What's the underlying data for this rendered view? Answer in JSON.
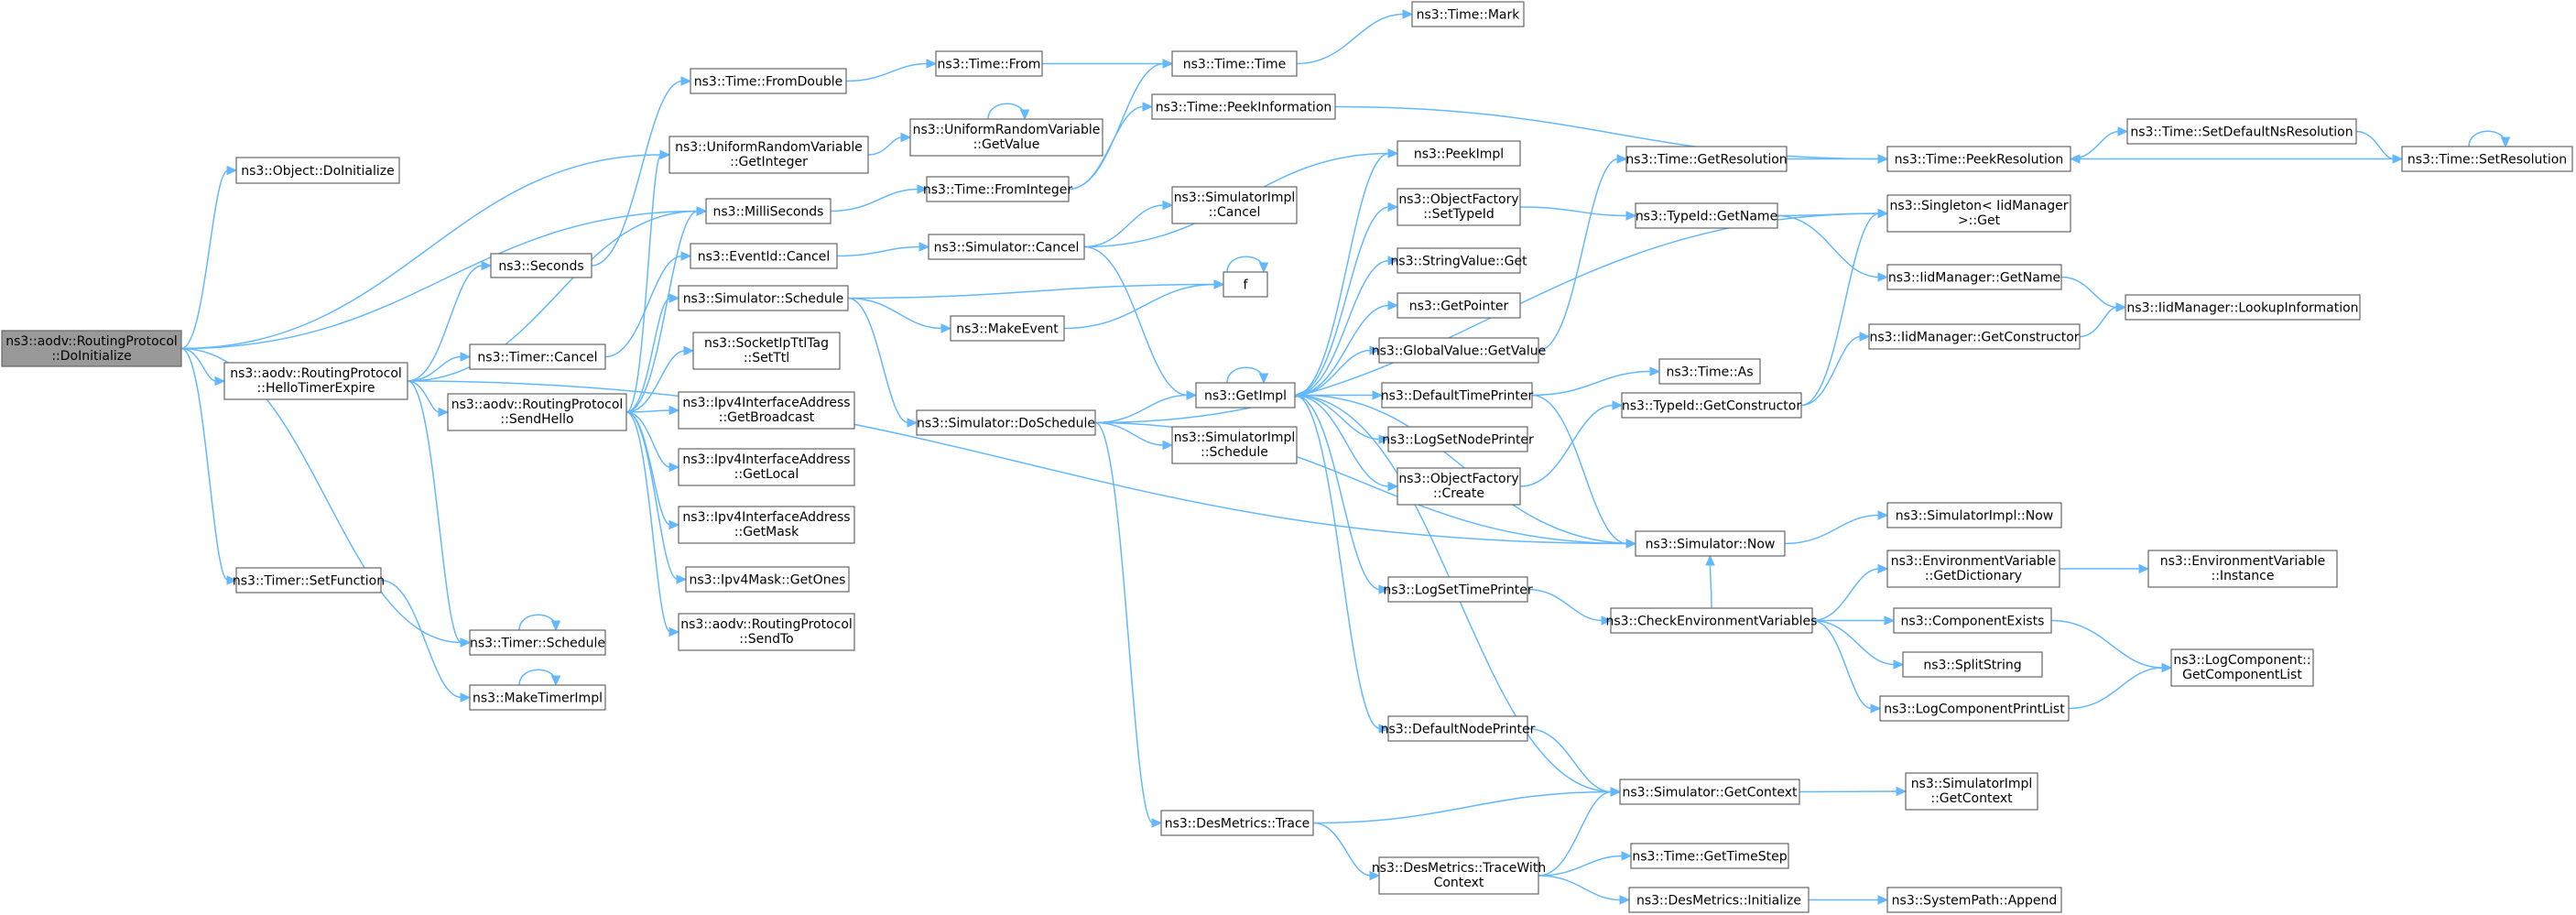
{
  "colors": {
    "edge": "#63b8ff",
    "node_fill": "#ffffff",
    "node_border": "#666666",
    "root_fill": "#999999",
    "root_border": "#666666",
    "highlight_border": "#ff0000"
  },
  "nodes": [
    {
      "id": "root",
      "lines": [
        "ns3::aodv::RoutingProtocol",
        "::DoInitialize"
      ],
      "style": "root"
    },
    {
      "id": "doinit",
      "lines": [
        "ns3::Object::DoInitialize"
      ]
    },
    {
      "id": "hello",
      "lines": [
        "ns3::aodv::RoutingProtocol",
        "::HelloTimerExpire"
      ]
    },
    {
      "id": "setfunc",
      "lines": [
        "ns3::Timer::SetFunction"
      ]
    },
    {
      "id": "seconds",
      "lines": [
        "ns3::Seconds"
      ]
    },
    {
      "id": "tcancel",
      "lines": [
        "ns3::Timer::Cancel"
      ]
    },
    {
      "id": "sendhello",
      "lines": [
        "ns3::aodv::RoutingProtocol",
        "::SendHello"
      ]
    },
    {
      "id": "tsched",
      "lines": [
        "ns3::Timer::Schedule"
      ]
    },
    {
      "id": "mkti",
      "lines": [
        "ns3::MakeTimerImpl"
      ]
    },
    {
      "id": "fromdouble",
      "lines": [
        "ns3::Time::FromDouble"
      ]
    },
    {
      "id": "urvgetint",
      "lines": [
        "ns3::UniformRandomVariable",
        "::GetInteger"
      ]
    },
    {
      "id": "millis",
      "lines": [
        "ns3::MilliSeconds"
      ]
    },
    {
      "id": "evcancel",
      "lines": [
        "ns3::EventId::Cancel"
      ]
    },
    {
      "id": "simsched",
      "lines": [
        "ns3::Simulator::Schedule"
      ]
    },
    {
      "id": "sockttl",
      "lines": [
        "ns3::SocketIpTtlTag",
        "::SetTtl"
      ]
    },
    {
      "id": "ipv4bc",
      "lines": [
        "ns3::Ipv4InterfaceAddress",
        "::GetBroadcast"
      ]
    },
    {
      "id": "ipv4local",
      "lines": [
        "ns3::Ipv4InterfaceAddress",
        "::GetLocal"
      ]
    },
    {
      "id": "ipv4mask",
      "lines": [
        "ns3::Ipv4InterfaceAddress",
        "::GetMask"
      ]
    },
    {
      "id": "getones",
      "lines": [
        "ns3::Ipv4Mask::GetOnes"
      ]
    },
    {
      "id": "sendto",
      "lines": [
        "ns3::aodv::RoutingProtocol",
        "::SendTo"
      ]
    },
    {
      "id": "tfrom",
      "lines": [
        "ns3::Time::From"
      ]
    },
    {
      "id": "urvgetval",
      "lines": [
        "ns3::UniformRandomVariable",
        "::GetValue"
      ]
    },
    {
      "id": "fromint",
      "lines": [
        "ns3::Time::FromInteger"
      ]
    },
    {
      "id": "simcancel",
      "lines": [
        "ns3::Simulator::Cancel"
      ]
    },
    {
      "id": "mkevent",
      "lines": [
        "ns3::MakeEvent"
      ]
    },
    {
      "id": "dosched",
      "lines": [
        "ns3::Simulator::DoSchedule"
      ]
    },
    {
      "id": "ttime",
      "lines": [
        "ns3::Time::Time"
      ]
    },
    {
      "id": "tmark",
      "lines": [
        "ns3::Time::Mark"
      ]
    },
    {
      "id": "peekinfo",
      "lines": [
        "ns3::Time::PeekInformation"
      ]
    },
    {
      "id": "simicancel",
      "lines": [
        "ns3::SimulatorImpl",
        "::Cancel"
      ]
    },
    {
      "id": "f",
      "lines": [
        "f"
      ]
    },
    {
      "id": "getimpl",
      "lines": [
        "ns3::GetImpl"
      ]
    },
    {
      "id": "simisched",
      "lines": [
        "ns3::SimulatorImpl",
        "::Schedule"
      ]
    },
    {
      "id": "dmtrace",
      "lines": [
        "ns3::DesMetrics::Trace"
      ]
    },
    {
      "id": "peekimpl",
      "lines": [
        "ns3::PeekImpl"
      ]
    },
    {
      "id": "ofsettid",
      "lines": [
        "ns3::ObjectFactory",
        "::SetTypeId"
      ]
    },
    {
      "id": "strvalget",
      "lines": [
        "ns3::StringValue::Get"
      ]
    },
    {
      "id": "getptr",
      "lines": [
        "ns3::GetPointer"
      ]
    },
    {
      "id": "gvgetval",
      "lines": [
        "ns3::GlobalValue::GetValue"
      ]
    },
    {
      "id": "deftp",
      "lines": [
        "ns3::DefaultTimePrinter"
      ]
    },
    {
      "id": "logsnp",
      "lines": [
        "ns3::LogSetNodePrinter"
      ]
    },
    {
      "id": "ofcreate",
      "lines": [
        "ns3::ObjectFactory",
        "::Create"
      ]
    },
    {
      "id": "logstp",
      "lines": [
        "ns3::LogSetTimePrinter"
      ]
    },
    {
      "id": "defnp",
      "lines": [
        "ns3::DefaultNodePrinter"
      ]
    },
    {
      "id": "dmtwc",
      "lines": [
        "ns3::DesMetrics::TraceWith",
        "Context"
      ]
    },
    {
      "id": "tgetres",
      "lines": [
        "ns3::Time::GetResolution"
      ]
    },
    {
      "id": "tidgetname",
      "lines": [
        "ns3::TypeId::GetName"
      ]
    },
    {
      "id": "tas",
      "lines": [
        "ns3::Time::As"
      ]
    },
    {
      "id": "tidgetctor",
      "lines": [
        "ns3::TypeId::GetConstructor"
      ]
    },
    {
      "id": "simnow",
      "lines": [
        "ns3::Simulator::Now"
      ]
    },
    {
      "id": "checkenv",
      "lines": [
        "ns3::CheckEnvironmentVariables"
      ]
    },
    {
      "id": "simgetctx",
      "lines": [
        "ns3::Simulator::GetContext"
      ]
    },
    {
      "id": "tgetts",
      "lines": [
        "ns3::Time::GetTimeStep"
      ]
    },
    {
      "id": "dminit",
      "lines": [
        "ns3::DesMetrics::Initialize"
      ],
      "style": "highlight"
    },
    {
      "id": "peekres",
      "lines": [
        "ns3::Time::PeekResolution"
      ]
    },
    {
      "id": "singleton",
      "lines": [
        "ns3::Singleton< IidManager",
        ">::Get"
      ]
    },
    {
      "id": "iidgetname",
      "lines": [
        "ns3::IidManager::GetName"
      ]
    },
    {
      "id": "iidgetctor",
      "lines": [
        "ns3::IidManager::GetConstructor"
      ]
    },
    {
      "id": "siminow",
      "lines": [
        "ns3::SimulatorImpl::Now"
      ]
    },
    {
      "id": "envgetdict",
      "lines": [
        "ns3::EnvironmentVariable",
        "::GetDictionary"
      ]
    },
    {
      "id": "compexists",
      "lines": [
        "ns3::ComponentExists"
      ]
    },
    {
      "id": "splitstr",
      "lines": [
        "ns3::SplitString"
      ]
    },
    {
      "id": "logcpl",
      "lines": [
        "ns3::LogComponentPrintList"
      ]
    },
    {
      "id": "simigetctx",
      "lines": [
        "ns3::SimulatorImpl",
        "::GetContext"
      ]
    },
    {
      "id": "sysappend",
      "lines": [
        "ns3::SystemPath::Append"
      ]
    },
    {
      "id": "setdefns",
      "lines": [
        "ns3::Time::SetDefaultNsResolution"
      ]
    },
    {
      "id": "setres",
      "lines": [
        "ns3::Time::SetResolution"
      ]
    },
    {
      "id": "iidlookup",
      "lines": [
        "ns3::IidManager::LookupInformation"
      ]
    },
    {
      "id": "envinst",
      "lines": [
        "ns3::EnvironmentVariable",
        "::Instance"
      ]
    },
    {
      "id": "lcgetcl",
      "lines": [
        "ns3::LogComponent::",
        "GetComponentList"
      ]
    }
  ],
  "edges": [
    [
      "root",
      "doinit"
    ],
    [
      "root",
      "urvgetint"
    ],
    [
      "root",
      "millis"
    ],
    [
      "root",
      "hello"
    ],
    [
      "root",
      "setfunc"
    ],
    [
      "root",
      "tsched"
    ],
    [
      "hello",
      "seconds"
    ],
    [
      "hello",
      "tcancel"
    ],
    [
      "hello",
      "sendhello"
    ],
    [
      "hello",
      "tsched"
    ],
    [
      "hello",
      "simnow"
    ],
    [
      "hello",
      "millis"
    ],
    [
      "setfunc",
      "mkti"
    ],
    [
      "mkti",
      "mkti"
    ],
    [
      "tsched",
      "tsched"
    ],
    [
      "seconds",
      "fromdouble"
    ],
    [
      "fromdouble",
      "tfrom"
    ],
    [
      "tfrom",
      "ttime"
    ],
    [
      "urvgetint",
      "urvgetval"
    ],
    [
      "urvgetval",
      "urvgetval"
    ],
    [
      "tcancel",
      "evcancel"
    ],
    [
      "evcancel",
      "simcancel"
    ],
    [
      "sendhello",
      "millis"
    ],
    [
      "sendhello",
      "simsched"
    ],
    [
      "sendhello",
      "sockttl"
    ],
    [
      "sendhello",
      "ipv4bc"
    ],
    [
      "sendhello",
      "ipv4local"
    ],
    [
      "sendhello",
      "ipv4mask"
    ],
    [
      "sendhello",
      "getones"
    ],
    [
      "sendhello",
      "sendto"
    ],
    [
      "sendhello",
      "urvgetint"
    ],
    [
      "millis",
      "fromint"
    ],
    [
      "fromint",
      "ttime"
    ],
    [
      "fromint",
      "peekinfo"
    ],
    [
      "simsched",
      "f"
    ],
    [
      "simsched",
      "mkevent"
    ],
    [
      "simsched",
      "dosched"
    ],
    [
      "mkevent",
      "f"
    ],
    [
      "f",
      "f"
    ],
    [
      "simcancel",
      "getimpl"
    ],
    [
      "simcancel",
      "simicancel"
    ],
    [
      "simcancel",
      "peekimpl"
    ],
    [
      "dosched",
      "getimpl"
    ],
    [
      "dosched",
      "simisched"
    ],
    [
      "dosched",
      "dmtrace"
    ],
    [
      "dosched",
      "simnow"
    ],
    [
      "dosched",
      "singleton"
    ],
    [
      "ttime",
      "tmark"
    ],
    [
      "peekinfo",
      "peekres"
    ],
    [
      "getimpl",
      "peekimpl"
    ],
    [
      "getimpl",
      "ofsettid"
    ],
    [
      "getimpl",
      "strvalget"
    ],
    [
      "getimpl",
      "getptr"
    ],
    [
      "getimpl",
      "gvgetval"
    ],
    [
      "getimpl",
      "deftp"
    ],
    [
      "getimpl",
      "logsnp"
    ],
    [
      "getimpl",
      "ofcreate"
    ],
    [
      "getimpl",
      "logstp"
    ],
    [
      "getimpl",
      "defnp"
    ],
    [
      "getimpl",
      "simgetctx"
    ],
    [
      "getimpl",
      "getimpl"
    ],
    [
      "ofsettid",
      "tidgetname"
    ],
    [
      "tidgetname",
      "singleton"
    ],
    [
      "tidgetname",
      "iidgetname"
    ],
    [
      "iidgetname",
      "iidlookup"
    ],
    [
      "deftp",
      "tas"
    ],
    [
      "deftp",
      "simnow"
    ],
    [
      "ofcreate",
      "tidgetctor"
    ],
    [
      "tidgetctor",
      "iidgetctor"
    ],
    [
      "tidgetctor",
      "singleton"
    ],
    [
      "iidgetctor",
      "iidlookup"
    ],
    [
      "gvgetval",
      "tgetres"
    ],
    [
      "tgetres",
      "peekres"
    ],
    [
      "simnow",
      "getimpl"
    ],
    [
      "simnow",
      "siminow"
    ],
    [
      "logstp",
      "checkenv"
    ],
    [
      "checkenv",
      "envgetdict"
    ],
    [
      "checkenv",
      "compexists"
    ],
    [
      "checkenv",
      "splitstr"
    ],
    [
      "checkenv",
      "logcpl"
    ],
    [
      "checkenv",
      "simnow"
    ],
    [
      "envgetdict",
      "envinst"
    ],
    [
      "compexists",
      "lcgetcl"
    ],
    [
      "logcpl",
      "lcgetcl"
    ],
    [
      "defnp",
      "simgetctx"
    ],
    [
      "simgetctx",
      "simigetctx"
    ],
    [
      "dmtrace",
      "simgetctx"
    ],
    [
      "dmtrace",
      "dmtwc"
    ],
    [
      "dmtwc",
      "simgetctx"
    ],
    [
      "dmtwc",
      "tgetts"
    ],
    [
      "dmtwc",
      "dminit"
    ],
    [
      "dminit",
      "sysappend"
    ],
    [
      "peekres",
      "setdefns"
    ],
    [
      "setdefns",
      "setres"
    ],
    [
      "setres",
      "peekres"
    ],
    [
      "setres",
      "setres"
    ]
  ]
}
